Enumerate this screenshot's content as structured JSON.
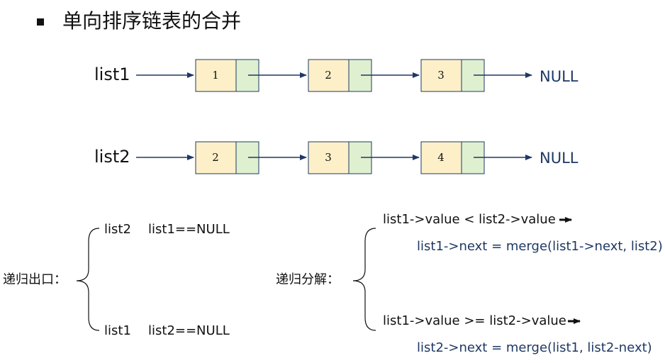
{
  "title": "单向排序链表的合并",
  "lists": [
    {
      "label": "list1",
      "values": [
        "1",
        "2",
        "3"
      ],
      "tail": "NULL"
    },
    {
      "label": "list2",
      "values": [
        "2",
        "3",
        "4"
      ],
      "tail": "NULL"
    }
  ],
  "recursion_exit": {
    "label": "递归出口：",
    "cases": [
      {
        "result": "list2",
        "condition": "list1==NULL"
      },
      {
        "result": "list1",
        "condition": "list2==NULL"
      }
    ]
  },
  "recursion_decompose": {
    "label": "递归分解：",
    "cases": [
      {
        "condition": "list1->value < list2->value",
        "action": "list1->next = merge(list1->next, list2)"
      },
      {
        "condition": "list1->value >= list2->value",
        "action": "list2->next = merge(list1, list2-next)"
      }
    ]
  },
  "colors": {
    "value_cell": "#fdf0c8",
    "next_cell": "#dff0d0",
    "border": "#1f3864",
    "arrow": "#1f3864",
    "action_text": "#1f3864"
  }
}
